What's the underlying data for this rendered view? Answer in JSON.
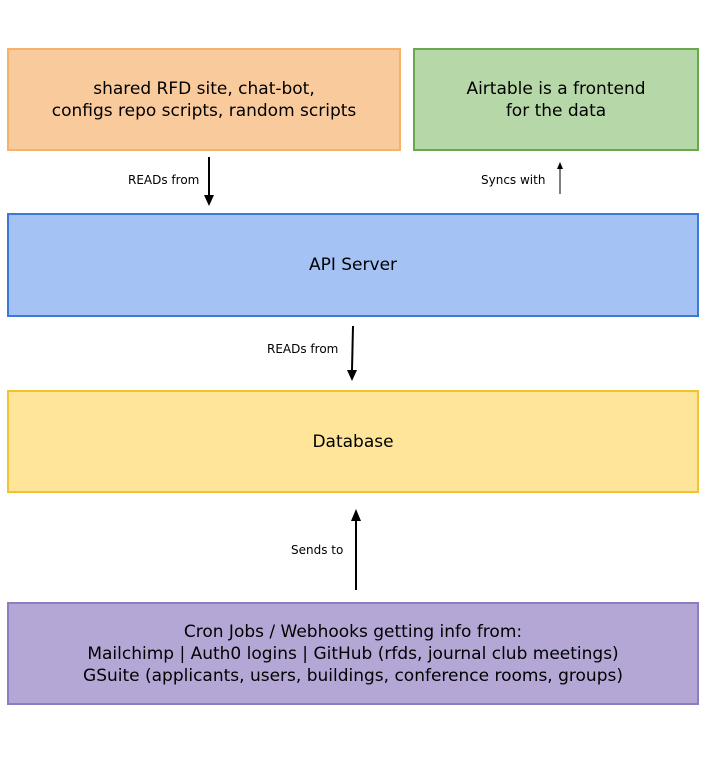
{
  "boxes": {
    "clients": {
      "lines": [
        "shared RFD site, chat-bot,",
        "configs repo scripts, random scripts"
      ],
      "fill": "#f9cb9c",
      "stroke": "#f6b26b"
    },
    "airtable": {
      "lines": [
        "Airtable is a frontend",
        "for the data"
      ],
      "fill": "#b6d7a8",
      "stroke": "#6aa84f"
    },
    "api_server": {
      "lines": [
        "API Server"
      ],
      "fill": "#a4c2f4",
      "stroke": "#3c78d8"
    },
    "database": {
      "lines": [
        "Database"
      ],
      "fill": "#ffe599",
      "stroke": "#f1c232"
    },
    "cron_jobs": {
      "lines": [
        "Cron Jobs / Webhooks getting info from:",
        "Mailchimp | Auth0 logins | GitHub (rfds, journal club meetings)",
        "GSuite (applicants, users, buildings, conference rooms, groups)"
      ],
      "fill": "#b4a7d6",
      "stroke": "#8e7cc3"
    }
  },
  "edges": {
    "clients_to_api": "READs from",
    "airtable_sync": "Syncs with",
    "api_to_db": "READs from",
    "cron_to_db": "Sends to"
  }
}
